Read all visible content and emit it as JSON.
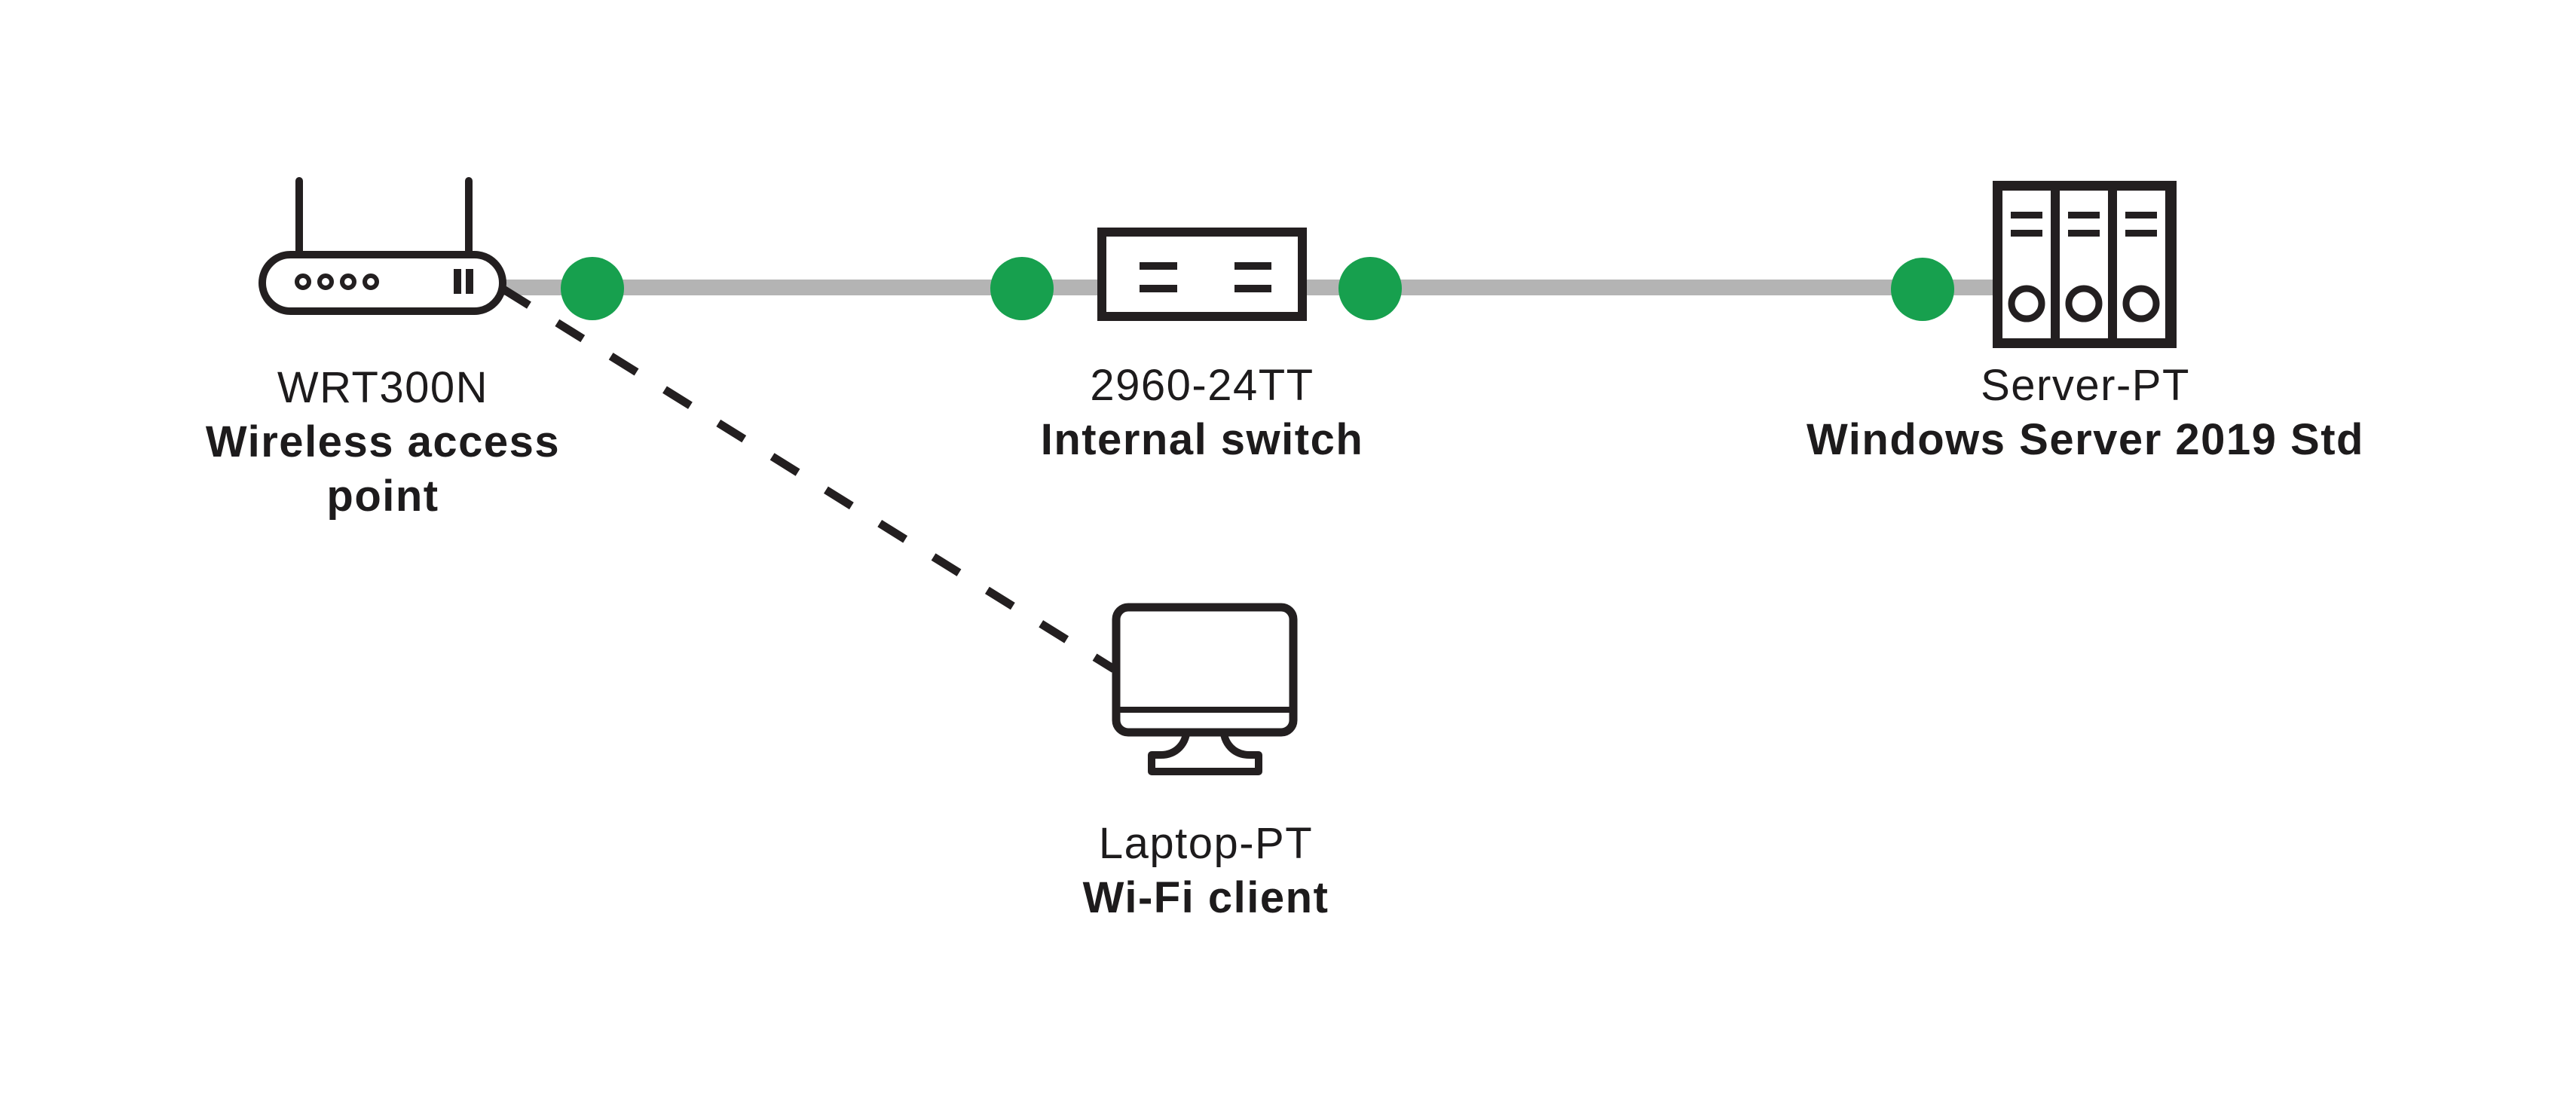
{
  "title": "Network topology diagram",
  "colors": {
    "background": "#ffffff",
    "status_green": "#17a04e",
    "link_gray": "#b4b4b4",
    "stroke_dark": "#231f20",
    "text": "#1d1b1c"
  },
  "devices": [
    {
      "id": "access-point",
      "model": "WRT300N",
      "role": "Wireless access point",
      "icon": "wireless-access-point-icon"
    },
    {
      "id": "switch",
      "model": "2960-24TT",
      "role": "Internal switch",
      "icon": "switch-icon"
    },
    {
      "id": "server",
      "model": "Server-PT",
      "role": "Windows Server 2019 Std",
      "icon": "server-icon"
    },
    {
      "id": "laptop",
      "model": "Laptop-PT",
      "role": "Wi-Fi client",
      "icon": "monitor-icon"
    }
  ],
  "links": [
    {
      "type": "wired",
      "from": "access-point",
      "to": "server",
      "style": "solid gray bar",
      "status_dots": 4,
      "status": "up"
    },
    {
      "type": "wireless",
      "from": "access-point",
      "to": "laptop",
      "style": "dashed"
    }
  ]
}
